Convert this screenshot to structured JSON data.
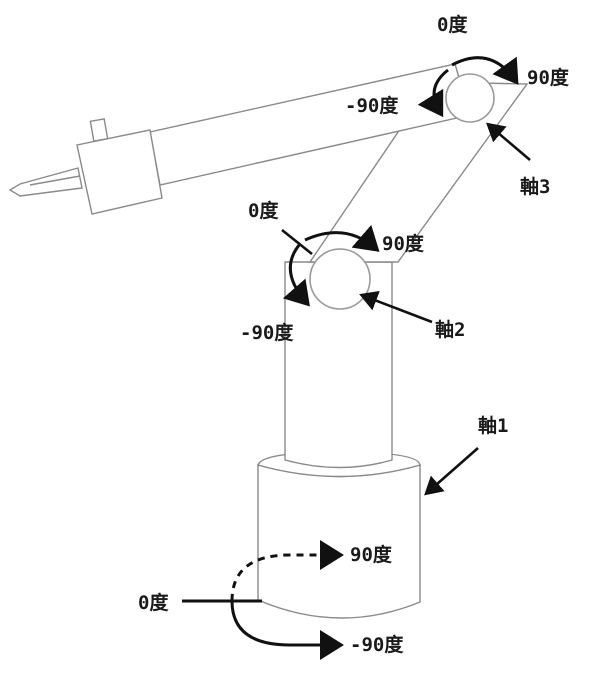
{
  "labels": {
    "j3_zero": "0度",
    "j3_pos": "90度",
    "j3_neg": "-90度",
    "j3_axis": "軸3",
    "j2_zero": "0度",
    "j2_pos": "90度",
    "j2_neg": "-90度",
    "j2_axis": "軸2",
    "j1_axis": "軸1",
    "j1_zero": "0度",
    "j1_pos": "90度",
    "j1_neg": "-90度"
  },
  "colors": {
    "outline": "#8a8a8a",
    "arrow": "#111111",
    "text": "#1a1a1a"
  }
}
